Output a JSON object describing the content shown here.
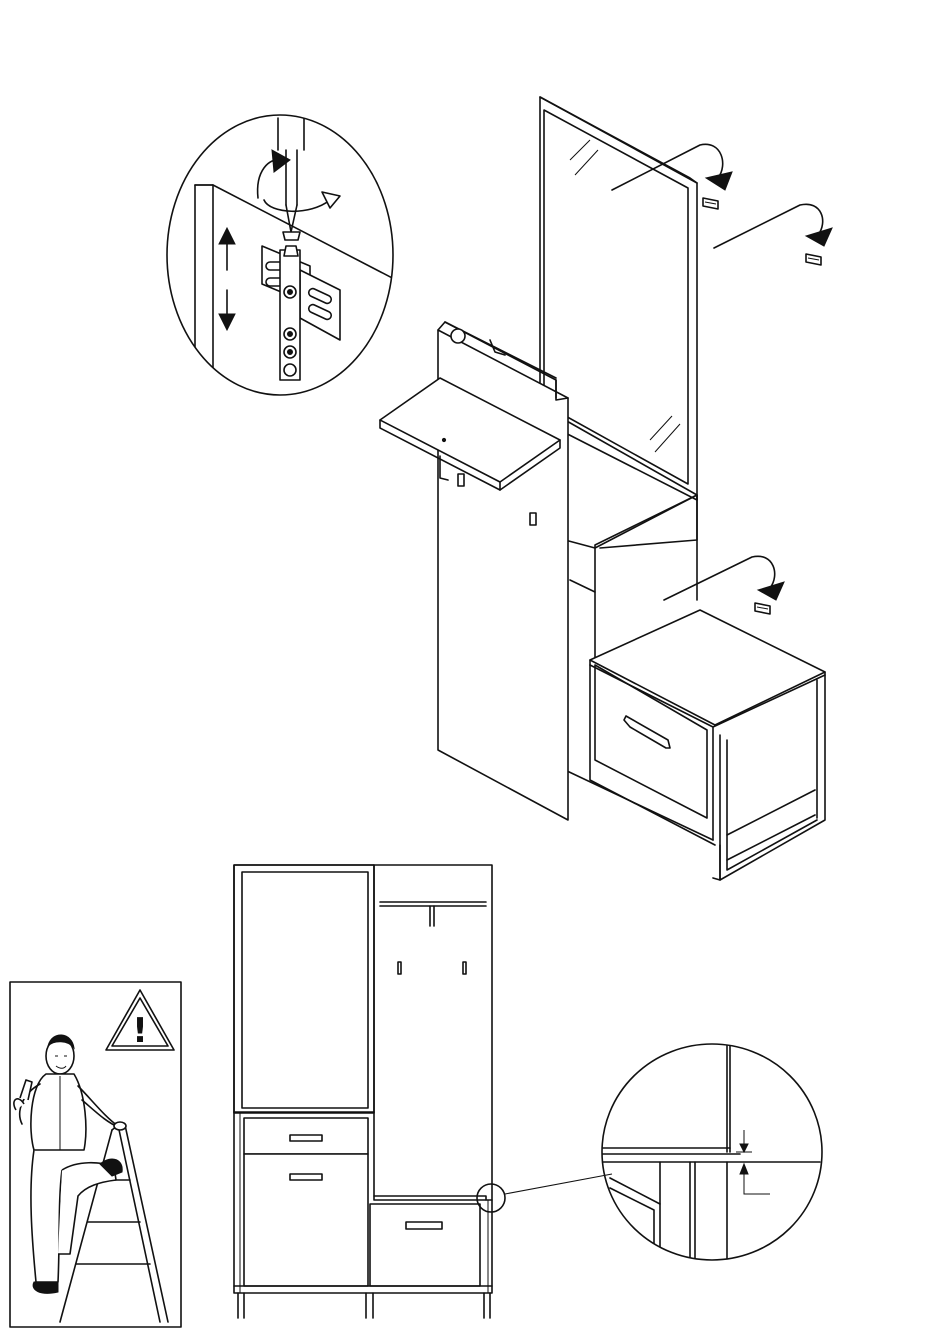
{
  "figure": {
    "steps": [
      {
        "id": "detail-hinge-adjustment",
        "icons": [
          "screwdriver-icon",
          "rotate-arrow-icon",
          "vertical-adjust-arrows-icon"
        ]
      },
      {
        "id": "main-assembly-view",
        "icons": [
          "tape-strip-arrow-icon"
        ]
      },
      {
        "id": "front-elevation-view",
        "icons": []
      },
      {
        "id": "detail-gap-alignment",
        "icons": [
          "dimension-marker-icon"
        ]
      },
      {
        "id": "safety-warning-panel",
        "icons": [
          "warning-triangle-icon",
          "person-on-ladder-icon"
        ]
      }
    ],
    "warning_symbol": "!",
    "colors": {
      "line": "#111111",
      "background": "#ffffff"
    }
  }
}
